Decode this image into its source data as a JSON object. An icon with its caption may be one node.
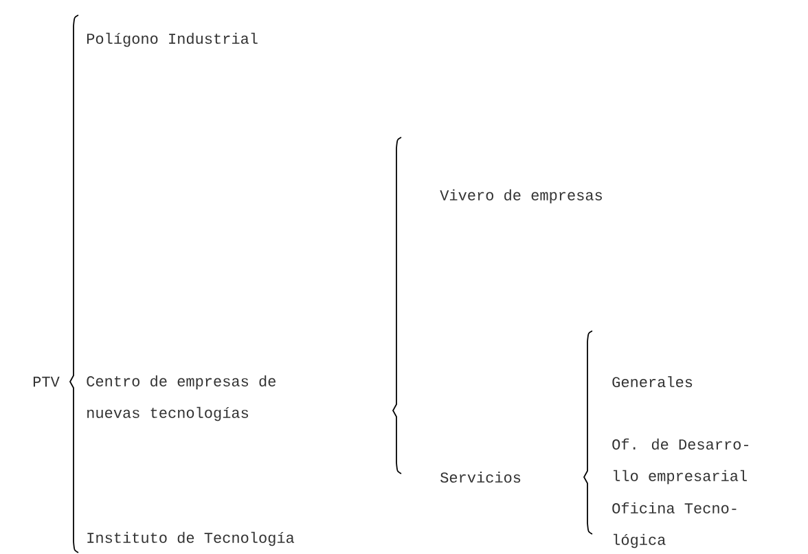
{
  "diagram": {
    "labels": [
      "Polígono Industrial",
      "Vivero de empresas",
      "PTV",
      "Centro de empresas de nuevas tecnologías",
      "Generales",
      "Of. de Desarro- llo empresarial",
      "Servicios",
      "Oficina Tecno- lógica",
      "Instituto de Tecnología"
    ]
  }
}
